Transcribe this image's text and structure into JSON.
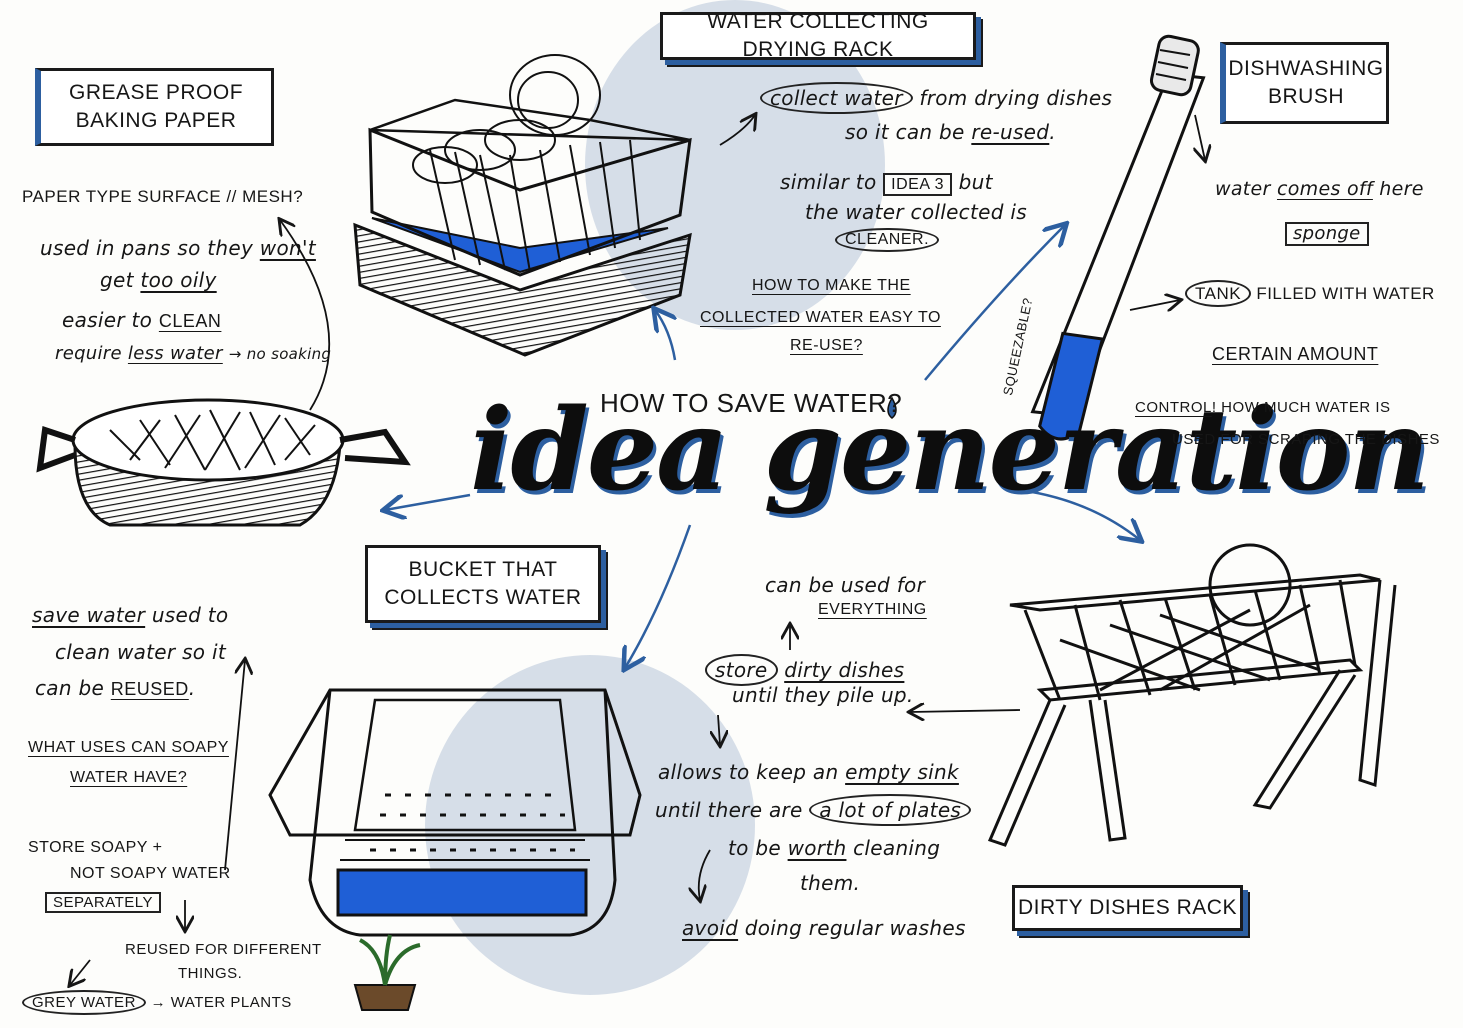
{
  "title": "idea generation",
  "question": "HOW TO SAVE WATER?",
  "boxes": {
    "drying_rack": "WATER COLLECTING DRYING RACK",
    "baking_paper": "GREASE PROOF BAKING PAPER",
    "brush": "DISHWASHING BRUSH",
    "bucket": "BUCKET THAT COLLECTS WATER",
    "dishes_rack": "DIRTY DISHES RACK"
  },
  "drying_rack_notes": {
    "l1a": "collect water",
    "l1b": "from drying dishes",
    "l2a": "so it can be",
    "l2b": "re-used",
    "l2c": ".",
    "l3a": "similar to",
    "l3b": "IDEA 3",
    "l3c": "but",
    "l4": "the water collected is",
    "l5": "CLEANER.",
    "q1": "HOW TO MAKE THE",
    "q2": "COLLECTED WATER EASY TO",
    "q3": "RE-USE?"
  },
  "baking_paper_notes": {
    "l1": "PAPER TYPE SURFACE // MESH?",
    "l2a": "used in pans so they",
    "l2b": "won't",
    "l3a": "get",
    "l3b": "too oily",
    "l4a": "easier to",
    "l4b": "CLEAN",
    "l5a": "require",
    "l5b": "less water",
    "l5c": "→ no soaking"
  },
  "brush_notes": {
    "l1a": "water",
    "l1b": "comes off",
    "l1c": "here",
    "l2": "sponge",
    "l3a": "TANK",
    "l3b": "FILLED WITH WATER",
    "l4": "CERTAIN AMOUNT",
    "l5a": "CONTROL",
    "l5b": "! HOW MUCH WATER IS",
    "l6": "USED FOR SCRAPING THE DISHES",
    "side": "SQUEEZABLE?"
  },
  "bucket_notes": {
    "l1a": "save water",
    "l1b": "used to",
    "l2": "clean water so it",
    "l3a": "can be",
    "l3b": "REUSED",
    "l3c": ".",
    "l4": "WHAT USES CAN SOAPY",
    "l5": "WATER HAVE?",
    "l6": "STORE SOAPY +",
    "l7": "NOT SOAPY WATER",
    "l8": "SEPARATELY",
    "l9": "REUSED FOR DIFFERENT",
    "l10": "THINGS.",
    "l11a": "GREY WATER",
    "l11b": "→ WATER PLANTS"
  },
  "dishes_rack_notes": {
    "l1": "can be used for",
    "l2": "EVERYTHING",
    "l3a": "store",
    "l3b": "dirty dishes",
    "l4": "until they pile up.",
    "l5a": "allows to keep an",
    "l5b": "empty sink",
    "l6a": "until there are",
    "l6b": "a lot of plates",
    "l7a": "to be",
    "l7b": "worth",
    "l7c": "cleaning",
    "l8": "them.",
    "l9a": "avoid",
    "l9b": "doing regular washes"
  },
  "colors": {
    "accent": "#2d5fa0",
    "water": "#1f5fd6",
    "ink": "#161616",
    "circle": "#cfd8e4"
  },
  "icons": [
    "drying-rack-sketch",
    "frying-pan-sketch",
    "brush-sketch",
    "bucket-sketch",
    "dish-rack-sketch",
    "plant-pot-sketch",
    "water-drop-icon"
  ]
}
